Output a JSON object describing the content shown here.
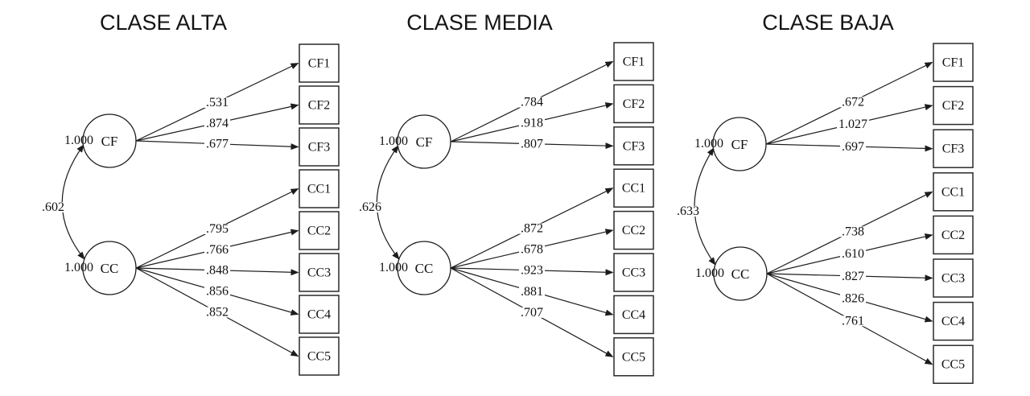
{
  "figure": {
    "background": "#ffffff",
    "line_color": "#1c1c1c",
    "panels": [
      {
        "title": "CLASE ALTA",
        "covariance": ".602",
        "factors": [
          {
            "name": "CF",
            "variance": "1.000",
            "indicators": [
              "CF1",
              "CF2",
              "CF3"
            ],
            "loadings": [
              ".531",
              ".874",
              ".677"
            ]
          },
          {
            "name": "CC",
            "variance": "1.000",
            "indicators": [
              "CC1",
              "CC2",
              "CC3",
              "CC4",
              "CC5"
            ],
            "loadings": [
              ".795",
              ".766",
              ".848",
              ".856",
              ".852"
            ]
          }
        ]
      },
      {
        "title": "CLASE MEDIA",
        "covariance": ".626",
        "factors": [
          {
            "name": "CF",
            "variance": "1.000",
            "indicators": [
              "CF1",
              "CF2",
              "CF3"
            ],
            "loadings": [
              ".784",
              ".918",
              ".807"
            ]
          },
          {
            "name": "CC",
            "variance": "1.000",
            "indicators": [
              "CC1",
              "CC2",
              "CC3",
              "CC4",
              "CC5"
            ],
            "loadings": [
              ".872",
              ".678",
              ".923",
              ".881",
              ".707"
            ]
          }
        ]
      },
      {
        "title": "CLASE BAJA",
        "covariance": ".633",
        "factors": [
          {
            "name": "CF",
            "variance": "1.000",
            "indicators": [
              "CF1",
              "CF2",
              "CF3"
            ],
            "loadings": [
              ".672",
              "1.027",
              ".697"
            ]
          },
          {
            "name": "CC",
            "variance": "1.000",
            "indicators": [
              "CC1",
              "CC2",
              "CC3",
              "CC4",
              "CC5"
            ],
            "loadings": [
              ".738",
              ".610",
              ".827",
              ".826",
              ".761"
            ]
          }
        ]
      }
    ]
  }
}
